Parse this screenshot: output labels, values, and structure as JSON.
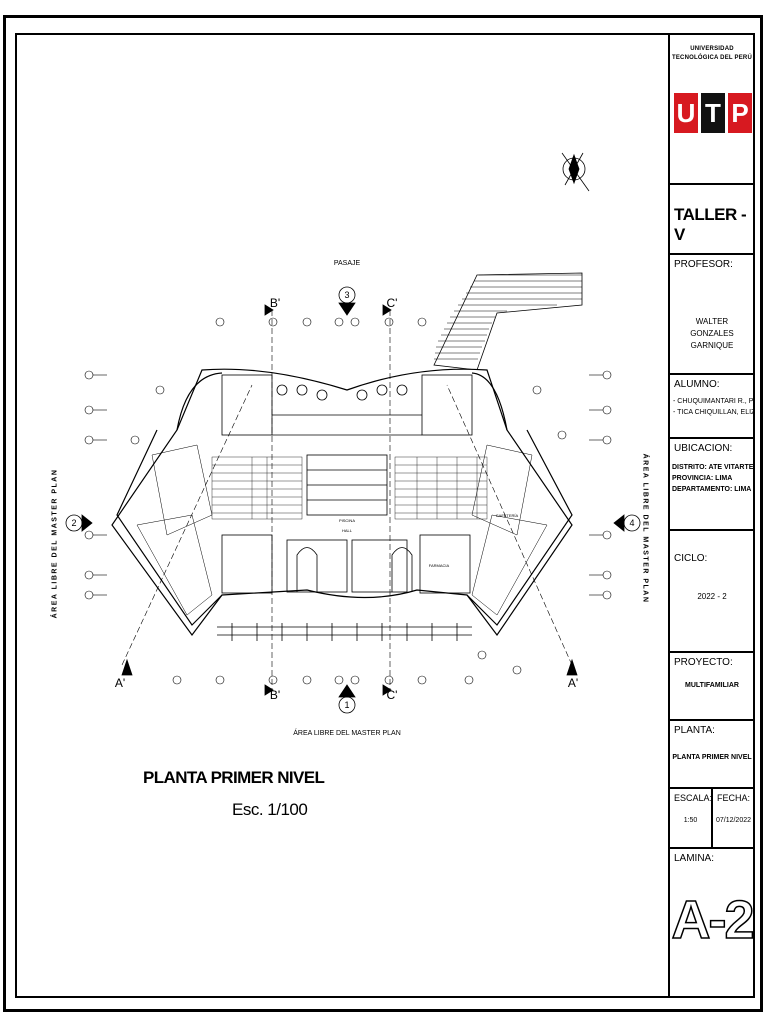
{
  "title_block": {
    "university": "UNIVERSIDAD TECNOLÓGICA DEL PERÚ",
    "logo_letters": [
      "U",
      "T",
      "P"
    ],
    "course": "TALLER - V",
    "professor_label": "PROFESOR:",
    "professor_name": "WALTER GONZALES GARNIQUE",
    "student_label": "ALUMNO:",
    "student_1": "- CHUQUIMANTARI R., PAOLA",
    "student_2": "- TICA CHIQUILLAN, ELIZABETH",
    "location_label": "UBICACION:",
    "district": "DISTRITO: ATE VITARTE",
    "province": "PROVINCIA: LIMA",
    "department": "DEPARTAMENTO: LIMA",
    "cycle_label": "CICLO:",
    "cycle": "2022 - 2",
    "project_label": "PROYECTO:",
    "project": "MULTIFAMILIAR",
    "plan_label": "PLANTA:",
    "plan": "PLANTA PRIMER NIVEL",
    "scale_label": "ESCALA:",
    "scale": "1:50",
    "date_label": "FECHA:",
    "date": "07/12/2022",
    "sheet_label": "LAMINA:",
    "sheet": "A-2"
  },
  "drawing": {
    "title": "PLANTA PRIMER NIVEL",
    "scale": "Esc. 1/100",
    "top_label": "PASAJE",
    "bottom_label": "ÁREA LIBRE DEL MASTER PLAN",
    "left_label": "ÁREA LIBRE DEL MASTER PLAN",
    "right_label": "ÁREA LIBRE DEL MASTER PLAN",
    "section_b": "B'",
    "section_c": "C'",
    "section_a": "A'",
    "axis_1": "1",
    "axis_2": "2",
    "axis_3": "3",
    "axis_4": "4",
    "room_pool": "PISCINA",
    "room_lobby": "HALL",
    "room_pharmacy": "FARMACIA",
    "room_cafe": "CAFETERÍA"
  },
  "colors": {
    "utp_red": "#d71920",
    "line": "#000000"
  }
}
